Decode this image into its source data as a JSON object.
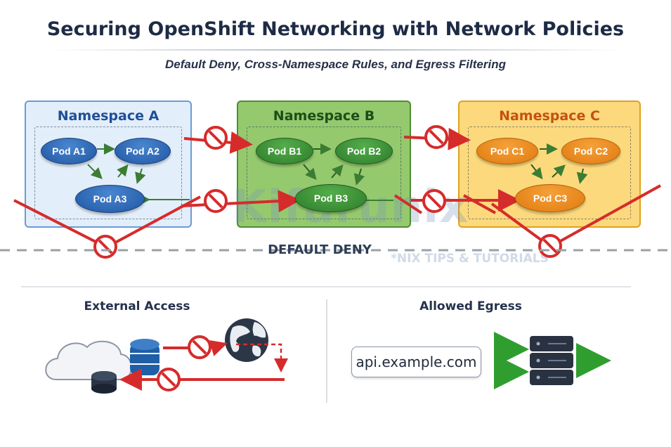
{
  "title": "Securing OpenShift Networking with Network Policies",
  "subtitle": "Default Deny, Cross-Namespace Rules, and Egress Filtering",
  "namespaces": [
    {
      "name": "Namespace A",
      "color": "#1f4f96",
      "pods": [
        "Pod A1",
        "Pod A2",
        "Pod A3"
      ]
    },
    {
      "name": "Namespace B",
      "color": "#235c1d",
      "pods": [
        "Pod B1",
        "Pod B2",
        "Pod B3"
      ]
    },
    {
      "name": "Namespace C",
      "color": "#c45a10",
      "pods": [
        "Pod C1",
        "Pod C2",
        "Pod C3"
      ]
    }
  ],
  "default_deny_label": "DEFAULT DENY",
  "watermark": {
    "brand": "Kifarunix",
    "tagline": "*NIX TIPS & TUTORIALS"
  },
  "external_access": {
    "title": "External Access"
  },
  "allowed_egress": {
    "title": "Allowed Egress",
    "endpoint": "api.example.com"
  },
  "colors": {
    "deny_red": "#d62b2b",
    "allow_green": "#2f9e2f",
    "flow_green": "#3a7d33"
  },
  "icons": [
    "no-entry-icon",
    "cloud-icon",
    "database-icon",
    "globe-icon",
    "server-icon"
  ]
}
